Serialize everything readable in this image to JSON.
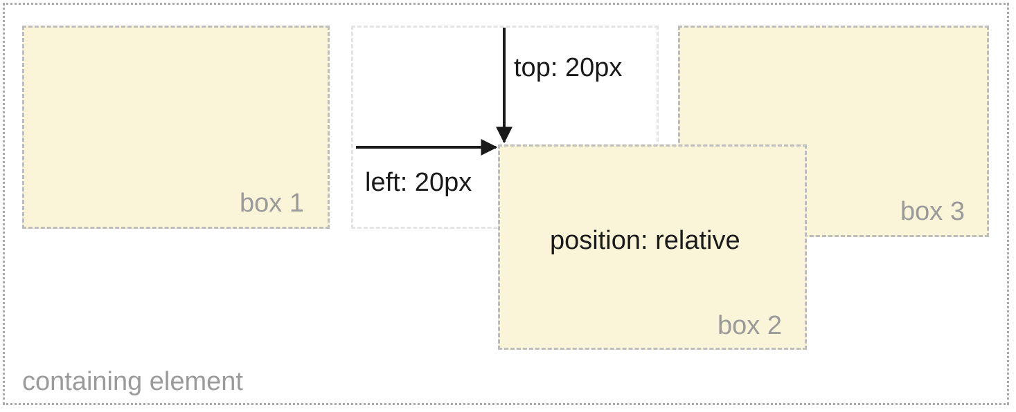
{
  "container": {
    "label": "containing element"
  },
  "boxes": {
    "box1": {
      "label": "box 1"
    },
    "box2": {
      "label": "box 2",
      "caption": "position: relative"
    },
    "box3": {
      "label": "box 3"
    }
  },
  "offsets": {
    "top": "top: 20px",
    "left": "left: 20px"
  },
  "colors": {
    "box_fill": "#faf4d9",
    "box_border": "#bdbdbd",
    "ghost_border": "#e4e4e4",
    "container_border": "#a9a9a9",
    "label_gray": "#9a9a9a",
    "arrow": "#1a1a1a"
  }
}
